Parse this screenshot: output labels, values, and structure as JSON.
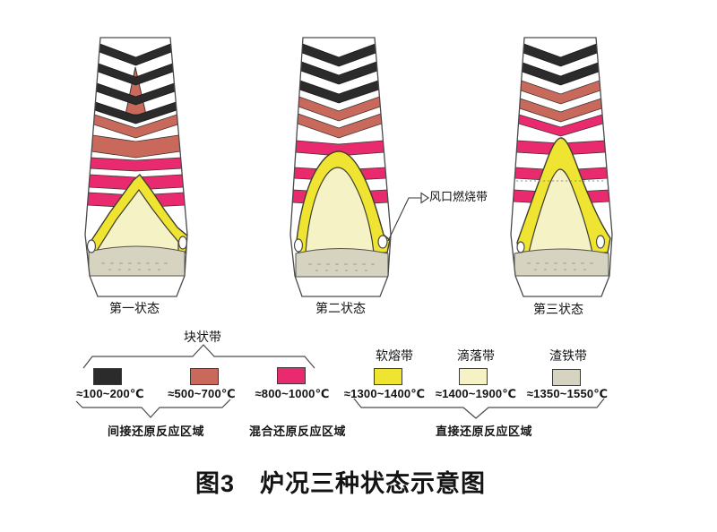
{
  "figure": {
    "caption": "图3　炉况三种状态示意图"
  },
  "colors": {
    "black_zone": "#2b2b2b",
    "salmon_zone": "#c9695c",
    "pink_zone": "#e92a6e",
    "cohesive_zone": "#efe431",
    "dripping_zone": "#f5f2c6",
    "slag_zone": "#d6d3c1",
    "outline": "#4a4a4a",
    "stripe_outline": "#3a3530",
    "dome_outline": "#3e3e2e"
  },
  "states": [
    {
      "label": "第一状态",
      "black_chevrons": 4,
      "dark_red_chevrons": 2,
      "pink_stripes": 3
    },
    {
      "label": "第二状态",
      "black_chevrons": 3,
      "dark_red_chevrons": 2,
      "pink_stripes": 3
    },
    {
      "label": "第三状态",
      "black_chevrons": 2,
      "dark_red_chevrons": 2,
      "pink_chevrons": 1,
      "pink_stripes": 3
    }
  ],
  "annotation": {
    "label": "风口燃烧带"
  },
  "legend": {
    "group_title": "块状带",
    "zone_titles": [
      "软熔带",
      "滴落带",
      "渣铁带"
    ],
    "temps": [
      "≈100~200℃",
      "≈500~700℃",
      "≈800~1000℃",
      "≈1300~1400℃",
      "≈1400~1900℃",
      "≈1350~1550℃"
    ],
    "regions": [
      "间接还原反应区域",
      "混合还原反应区域",
      "直接还原反应区域"
    ]
  }
}
